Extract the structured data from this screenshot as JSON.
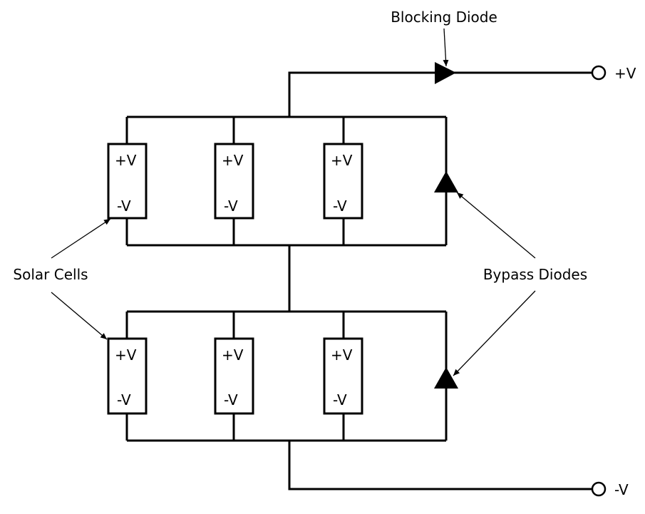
{
  "labels": {
    "blocking_diode": "Blocking Diode",
    "solar_cells": "Solar Cells",
    "bypass_diodes": "Bypass Diodes"
  },
  "terminals": {
    "positive": "+V",
    "negative": "-V"
  },
  "cells": [
    {
      "plus": "+V",
      "minus": "-V"
    },
    {
      "plus": "+V",
      "minus": "-V"
    },
    {
      "plus": "+V",
      "minus": "-V"
    },
    {
      "plus": "+V",
      "minus": "-V"
    },
    {
      "plus": "+V",
      "minus": "-V"
    },
    {
      "plus": "+V",
      "minus": "-V"
    }
  ],
  "colors": {
    "line": "#000000",
    "background": "#ffffff"
  }
}
